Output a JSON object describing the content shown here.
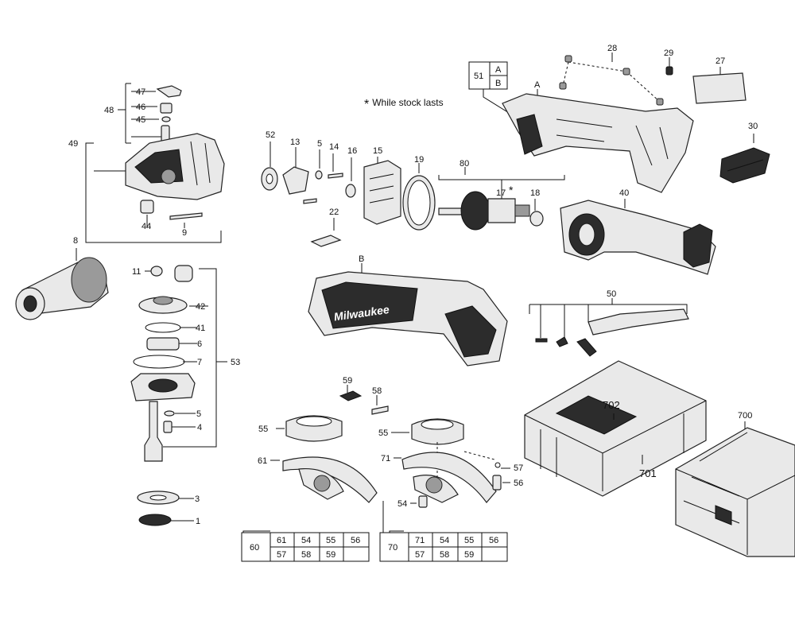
{
  "note": {
    "symbol": "*",
    "text": "While stock lasts"
  },
  "callouts": {
    "c47": "47",
    "c48": "48",
    "c46": "46",
    "c45": "45",
    "c49": "49",
    "c44": "44",
    "c9": "9",
    "c8": "8",
    "c11": "11",
    "c42": "42",
    "c41": "41",
    "c6": "6",
    "c7": "7",
    "c53": "53",
    "c5a": "5",
    "c4": "4",
    "c3": "3",
    "c1": "1",
    "c52": "52",
    "c13": "13",
    "c5b": "5",
    "c14": "14",
    "c16": "16",
    "c15": "15",
    "c19": "19",
    "c22": "22",
    "c80": "80",
    "c17": "17",
    "c17star": "*",
    "c18": "18",
    "c51": "51",
    "cA": "A",
    "cB": "B",
    "cA2": "A",
    "c28": "28",
    "c29": "29",
    "c27": "27",
    "c30": "30",
    "c40": "40",
    "cB2": "B",
    "c50": "50",
    "c59": "59",
    "c58": "58",
    "c55a": "55",
    "c55b": "55",
    "c61": "61",
    "c71": "71",
    "c57": "57",
    "c56": "56",
    "c54": "54",
    "c702": "702",
    "c701": "701",
    "c700": "700"
  },
  "kit_tables": [
    {
      "id": "60",
      "rows": [
        [
          "61",
          "54",
          "55",
          "56"
        ],
        [
          "57",
          "58",
          "59",
          ""
        ]
      ]
    },
    {
      "id": "70",
      "rows": [
        [
          "71",
          "54",
          "55",
          "56"
        ],
        [
          "57",
          "58",
          "59",
          ""
        ]
      ]
    }
  ],
  "brand": "Milwaukee",
  "colors": {
    "ink": "#111111",
    "fill": "#e9e9e9",
    "dark": "#2c2c2c"
  }
}
